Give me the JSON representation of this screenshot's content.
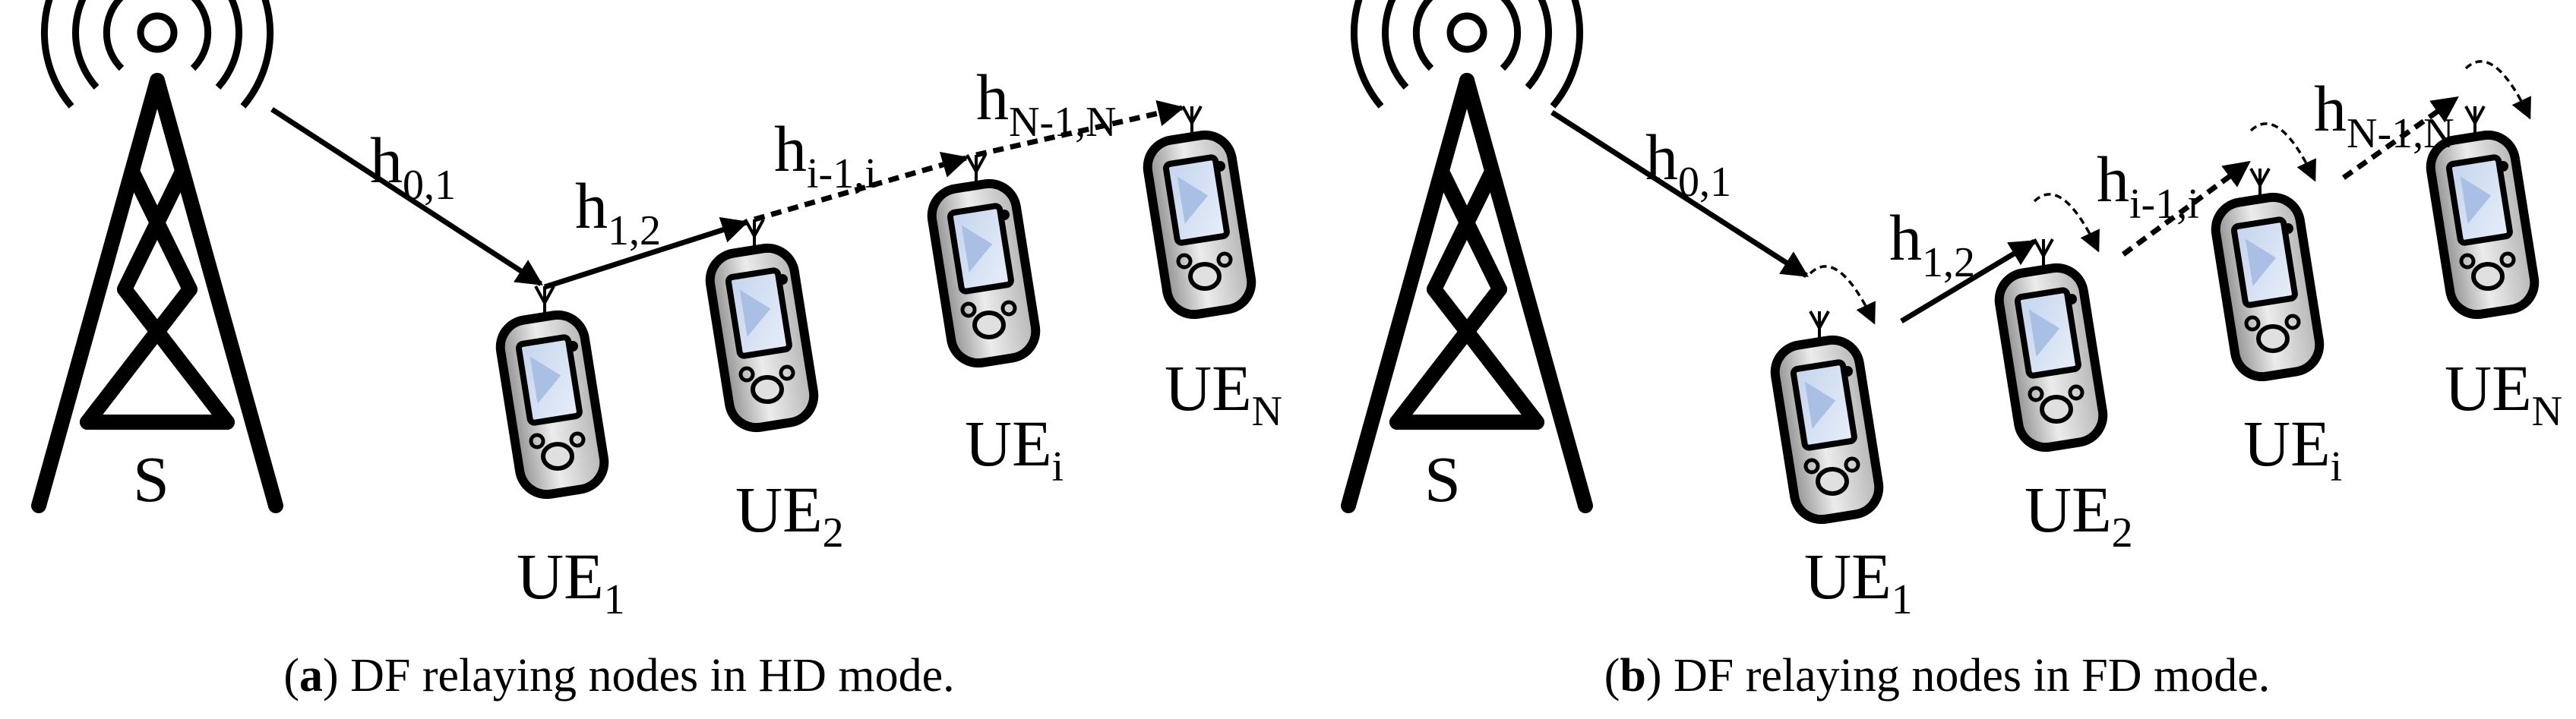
{
  "panels": [
    {
      "caption_letter": "a",
      "caption_text": "DF relaying nodes in HD mode.",
      "source_label": "S",
      "nodes": [
        {
          "base": "UE",
          "sub": "1"
        },
        {
          "base": "UE",
          "sub": "2"
        },
        {
          "base": "UE",
          "sub": "i"
        },
        {
          "base": "UE",
          "sub": "N"
        }
      ],
      "links": [
        {
          "base": "h",
          "sub": "0,1",
          "style": "solid"
        },
        {
          "base": "h",
          "sub": "1,2",
          "style": "solid"
        },
        {
          "base": "h",
          "sub": "i-1,i",
          "style": "dashed"
        },
        {
          "base": "h",
          "sub": "N-1,N",
          "style": "dashed"
        }
      ]
    },
    {
      "caption_letter": "b",
      "caption_text": "DF relaying nodes in FD mode.",
      "source_label": "S",
      "nodes": [
        {
          "base": "UE",
          "sub": "1"
        },
        {
          "base": "UE",
          "sub": "2"
        },
        {
          "base": "UE",
          "sub": "i"
        },
        {
          "base": "UE",
          "sub": "N"
        }
      ],
      "links": [
        {
          "base": "h",
          "sub": "0,1",
          "style": "solid"
        },
        {
          "base": "h",
          "sub": "1,2",
          "style": "solid"
        },
        {
          "base": "h",
          "sub": "i-1,i",
          "style": "dashed"
        },
        {
          "base": "h",
          "sub": "N-1,N",
          "style": "dashed"
        }
      ]
    }
  ]
}
